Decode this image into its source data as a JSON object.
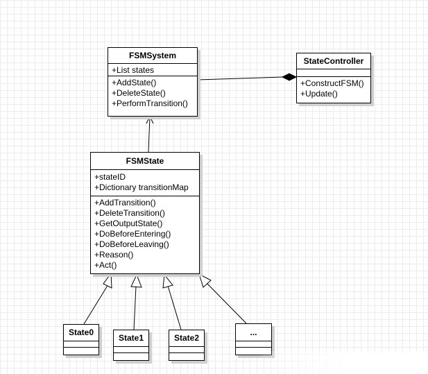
{
  "fsm_system": {
    "name": "FSMSystem",
    "attributes": [
      "+List states"
    ],
    "operations": [
      "+AddState()",
      "+DeleteState()",
      "+PerformTransition()"
    ]
  },
  "state_controller": {
    "name": "StateController",
    "attributes": [],
    "operations": [
      "+ConstructFSM()",
      "+Update()"
    ]
  },
  "fsm_state": {
    "name": "FSMState",
    "attributes": [
      "+stateID",
      "+Dictionary transitionMap"
    ],
    "operations": [
      "+AddTransition()",
      "+DeleteTransition()",
      "+GetOutputState()",
      "+DoBeforeEntering()",
      "+DoBeforeLeaving()",
      "+Reason()",
      "+Act()"
    ]
  },
  "subclasses": [
    {
      "name": "State0"
    },
    {
      "name": "State1"
    },
    {
      "name": "State2"
    },
    {
      "name": "..."
    }
  ]
}
